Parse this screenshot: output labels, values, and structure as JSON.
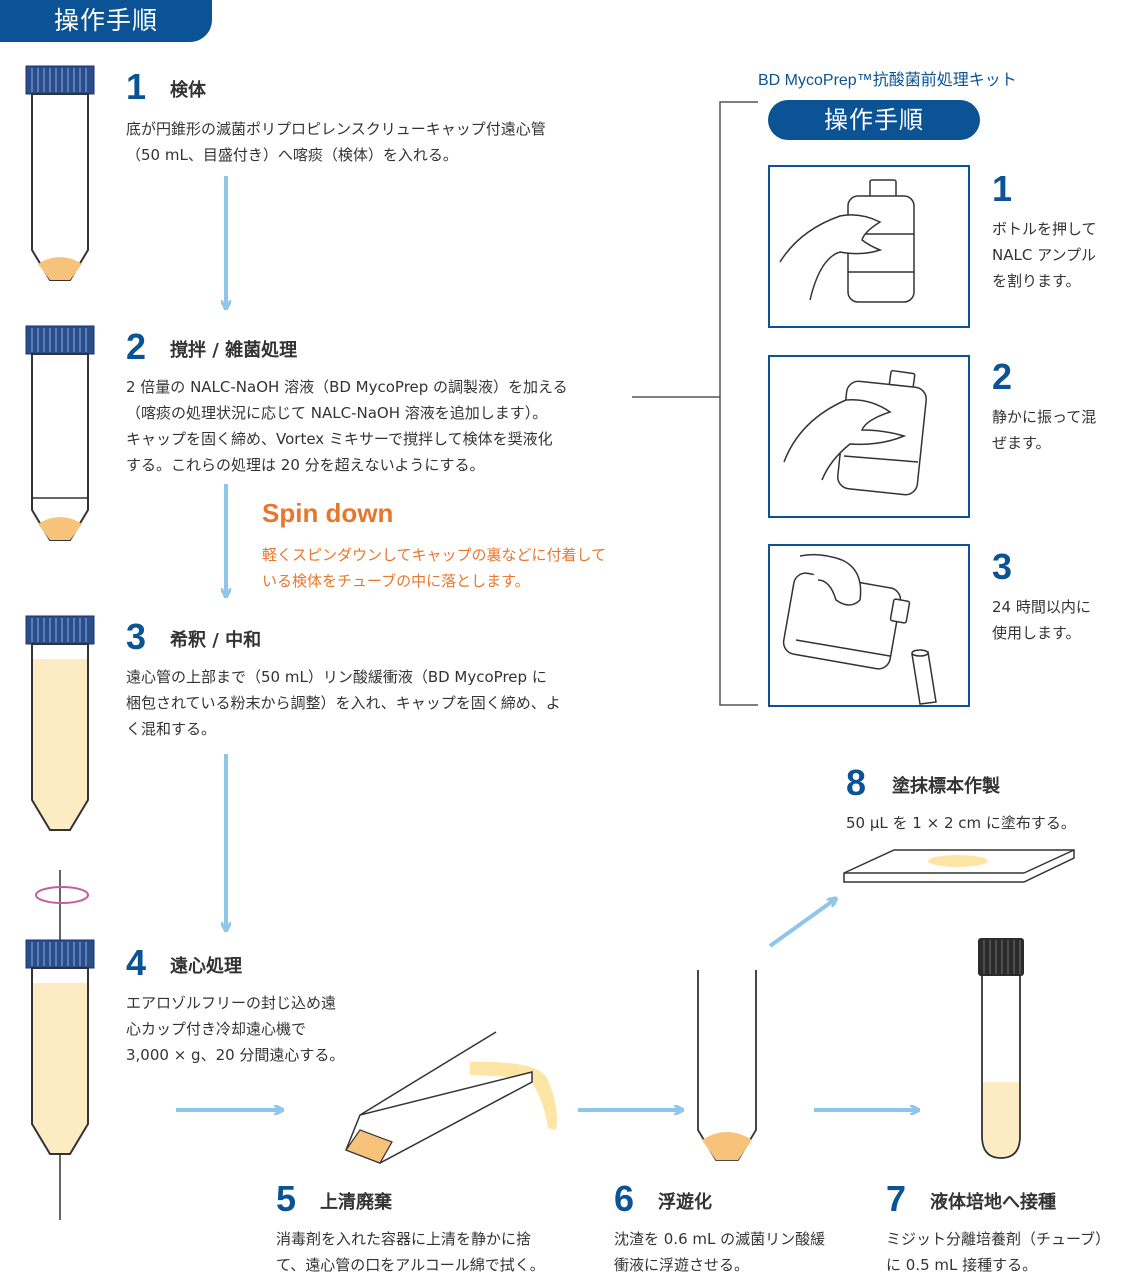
{
  "header": {
    "title": "操作手順"
  },
  "steps": [
    {
      "num": "1",
      "title": "検体",
      "body": [
        "底が円錐形の滅菌ポリプロピレンスクリューキャップ付遠心管",
        "（50 mL、目盛付き）へ喀痰（検体）を入れる。"
      ]
    },
    {
      "num": "2",
      "title": "撹拌 / 雑菌処理",
      "body": [
        "2 倍量の NALC-NaOH 溶液（BD MycoPrep の調製液）を加える",
        "（喀痰の処理状況に応じて NALC-NaOH 溶液を追加します）。",
        "キャップを固く締め、Vortex ミキサーで撹拌して検体を奨液化",
        "する。これらの処理は 20 分を超えないようにする。"
      ]
    },
    {
      "num": "3",
      "title": "希釈 / 中和",
      "body": [
        "遠心管の上部まで（50 mL）リン酸緩衝液（BD MycoPrep に",
        "梱包されている粉末から調整）を入れ、キャップを固く締め、よ",
        "く混和する。"
      ]
    },
    {
      "num": "4",
      "title": "遠心処理",
      "body": [
        "エアロゾルフリーの封じ込め遠",
        "心カップ付き冷却遠心機で",
        "3,000 × g、20 分間遠心する。"
      ]
    },
    {
      "num": "5",
      "title": "上清廃棄",
      "body": [
        "消毒剤を入れた容器に上清を静かに捨",
        "て、遠心管の口をアルコール綿で拭く。"
      ]
    },
    {
      "num": "6",
      "title": "浮遊化",
      "body": [
        "沈渣を 0.6 mL の滅菌リン酸緩",
        "衝液に浮遊させる。"
      ]
    },
    {
      "num": "7",
      "title": "液体培地へ接種",
      "body": [
        "ミジット分離培養剤（チューブ）",
        "に 0.5 mL 接種する。"
      ]
    },
    {
      "num": "8",
      "title": "塗抹標本作製",
      "body": [
        "50 μL を 1 × 2 cm に塗布する。"
      ]
    }
  ],
  "spin": {
    "title": "Spin down",
    "body": [
      "軽くスピンダウンしてキャップの裏などに付着して",
      "いる検体をチューブの中に落とします。"
    ]
  },
  "kit": {
    "brand": "BD MycoPrep™抗酸菌前処理キット",
    "title": "操作手順",
    "steps": [
      {
        "num": "1",
        "text": [
          "ボトルを押して",
          "NALC アンプル",
          "を割ります。"
        ]
      },
      {
        "num": "2",
        "text": [
          "静かに振って混",
          "ぜます。"
        ]
      },
      {
        "num": "3",
        "text": [
          "24 時間以内に",
          "使用します。"
        ]
      }
    ]
  },
  "colors": {
    "brand_blue": "#0b5394",
    "arrow_blue": "#8ec5ea",
    "sample_orange": "#f7c37a",
    "buffer_yellow": "#fdebc4",
    "accent_orange": "#e8772e"
  }
}
